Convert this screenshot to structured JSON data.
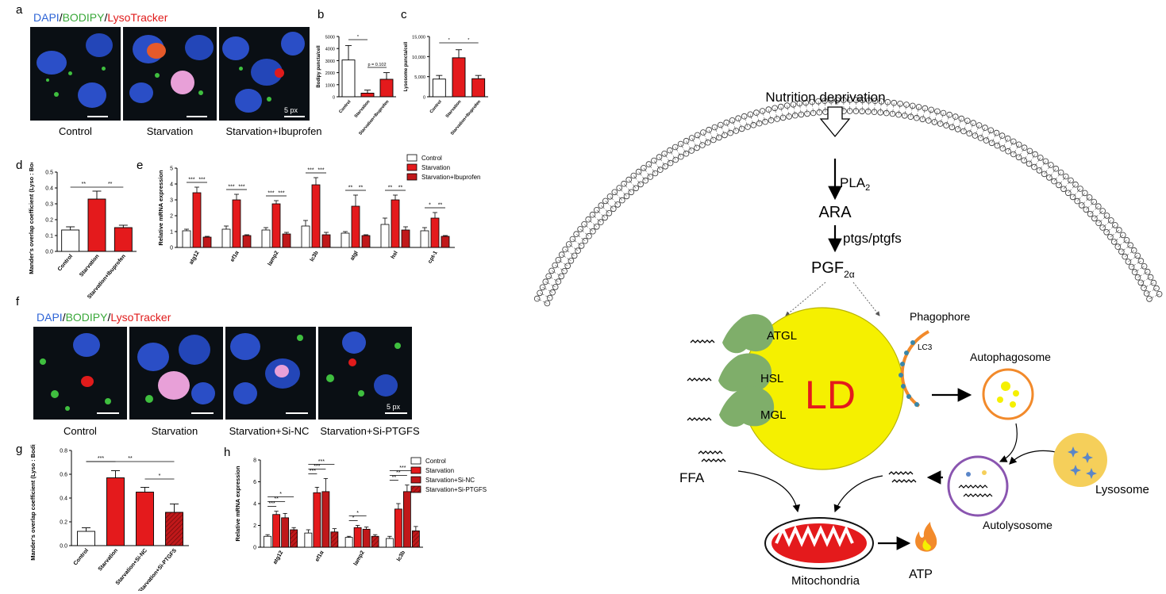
{
  "panels": {
    "a": {
      "letter": "a",
      "stain": {
        "dapi": "DAPI",
        "bodipy": "BODIPY",
        "lyso": "LysoTracker"
      },
      "captions": [
        "Control",
        "Starvation",
        "Starvation+Ibuprofen"
      ],
      "scale": "5 px"
    },
    "b": {
      "letter": "b"
    },
    "c": {
      "letter": "c"
    },
    "d": {
      "letter": "d"
    },
    "e": {
      "letter": "e"
    },
    "f": {
      "letter": "f",
      "stain": {
        "dapi": "DAPI",
        "bodipy": "BODIPY",
        "lyso": "LysoTracker"
      },
      "captions": [
        "Control",
        "Starvation",
        "Starvation+Si-NC",
        "Starvation+Si-PTGFS"
      ],
      "scale": "5 px"
    },
    "g": {
      "letter": "g"
    },
    "h": {
      "letter": "h"
    }
  },
  "colors": {
    "dapi": "#2e64d6",
    "bodipy": "#3aa83a",
    "lyso": "#e01b1b",
    "bar_red": "#e41a1c",
    "bar_dark": "#c0181a",
    "ld": "#f5f000",
    "enzyme": "#7fae6a",
    "lysosome": "#f5cf5a",
    "autolyso": "#8a55b0",
    "autophago": "#f28a2b"
  },
  "chart_data": [
    {
      "id": "b",
      "type": "bar",
      "ylabel": "Bodipy puncta/cell",
      "ylim": [
        0,
        5000
      ],
      "yticks": [
        "0",
        "1000",
        "2000",
        "3000",
        "4000",
        "5000"
      ],
      "categories": [
        "Control",
        "Starvation",
        "Starvation+Ibuprofen"
      ],
      "values": [
        3050,
        300,
        1450
      ],
      "errors": [
        1200,
        250,
        550
      ],
      "sig": [
        "*",
        "p = 0.102"
      ]
    },
    {
      "id": "c",
      "type": "bar",
      "ylabel": "Lysosome puncta/cell",
      "ylim": [
        0,
        15000
      ],
      "yticks": [
        "0",
        "5,000",
        "10,000",
        "15,000"
      ],
      "categories": [
        "Control",
        "Starvation",
        "Starvation+Ibuprofen"
      ],
      "values": [
        4400,
        9700,
        4500
      ],
      "errors": [
        900,
        2000,
        800
      ],
      "sig": [
        "*",
        "*"
      ]
    },
    {
      "id": "d",
      "type": "bar",
      "ylabel": "Mander's overlap coefficient (Lyso : Bodipy)",
      "ylim": [
        0,
        0.5
      ],
      "yticks": [
        "0.0",
        "0.1",
        "0.2",
        "0.3",
        "0.4",
        "0.5"
      ],
      "categories": [
        "Control",
        "Starvation",
        "Starvation+Ibuprofen"
      ],
      "values": [
        0.135,
        0.33,
        0.15
      ],
      "errors": [
        0.02,
        0.05,
        0.015
      ],
      "sig": [
        "**",
        "**"
      ]
    },
    {
      "id": "e",
      "type": "bar",
      "ylabel": "Relative mRNA expression",
      "ylim": [
        0,
        5
      ],
      "yticks": [
        "0",
        "1",
        "2",
        "3",
        "4",
        "5"
      ],
      "categories": [
        "atg12",
        "ef1α",
        "lamp2",
        "lc3b",
        "atgl",
        "hsl",
        "cpt-1"
      ],
      "series": [
        {
          "name": "Control",
          "values": [
            1.05,
            1.15,
            1.1,
            1.35,
            0.9,
            1.45,
            1.05
          ],
          "errors": [
            0.1,
            0.2,
            0.15,
            0.35,
            0.1,
            0.4,
            0.2
          ]
        },
        {
          "name": "Starvation",
          "values": [
            3.45,
            3.0,
            2.75,
            3.95,
            2.6,
            3.0,
            1.85
          ],
          "errors": [
            0.35,
            0.35,
            0.2,
            0.45,
            0.7,
            0.3,
            0.35
          ]
        },
        {
          "name": "Starvation+Ibuprofen",
          "values": [
            0.65,
            0.75,
            0.85,
            0.8,
            0.75,
            1.1,
            0.7
          ],
          "errors": [
            0.05,
            0.05,
            0.1,
            0.15,
            0.05,
            0.2,
            0.05
          ]
        }
      ],
      "sig": [
        [
          "***",
          "***"
        ],
        [
          "***",
          "***"
        ],
        [
          "***",
          "***"
        ],
        [
          "***",
          "***"
        ],
        [
          "**",
          "**"
        ],
        [
          "**",
          "**"
        ],
        [
          "*",
          "**"
        ]
      ]
    },
    {
      "id": "g",
      "type": "bar",
      "ylabel": "Mander's overlap coefficient (Lyso : Bodipy)",
      "ylim": [
        0,
        0.8
      ],
      "yticks": [
        "0.0",
        "0.2",
        "0.4",
        "0.6",
        "0.8"
      ],
      "categories": [
        "Control",
        "Starvation",
        "Starvation+Si-NC",
        "Starvation+Si-PTGFS"
      ],
      "values": [
        0.12,
        0.57,
        0.45,
        0.28
      ],
      "errors": [
        0.03,
        0.06,
        0.04,
        0.07
      ],
      "sig": [
        "***",
        "**",
        "*"
      ]
    },
    {
      "id": "h",
      "type": "bar",
      "ylabel": "Relative mRNA expression",
      "ylim": [
        0,
        8
      ],
      "yticks": [
        "0",
        "2",
        "4",
        "6",
        "8"
      ],
      "categories": [
        "atg12",
        "ef1α",
        "lamp2",
        "lc3b"
      ],
      "series": [
        {
          "name": "Control",
          "values": [
            1.0,
            1.3,
            0.9,
            0.8
          ],
          "errors": [
            0.15,
            0.3,
            0.1,
            0.2
          ]
        },
        {
          "name": "Starvation",
          "values": [
            3.0,
            5.0,
            1.8,
            3.5
          ],
          "errors": [
            0.3,
            0.5,
            0.2,
            0.5
          ]
        },
        {
          "name": "Starvation+Si-NC",
          "values": [
            2.7,
            5.1,
            1.65,
            5.1
          ],
          "errors": [
            0.4,
            1.2,
            0.2,
            0.6
          ]
        },
        {
          "name": "Starvation+Si-PTGFS",
          "values": [
            1.6,
            1.4,
            1.0,
            1.5
          ],
          "errors": [
            0.2,
            0.3,
            0.15,
            0.4
          ]
        }
      ],
      "sig": [
        [
          "***",
          "**",
          "*"
        ],
        [
          "***",
          "***",
          "***"
        ],
        [
          "*",
          "*"
        ],
        [
          "**",
          "**",
          "***"
        ]
      ]
    }
  ],
  "diagram": {
    "nutrition": "Nutrition deprivation",
    "pla": "PLA",
    "pla_sub": "2",
    "ara": "ARA",
    "ptgs": "ptgs/ptgfs",
    "pgf": "PGF",
    "pgf_sub": "2α",
    "ld": "LD",
    "atgl": "ATGL",
    "hsl": "HSL",
    "mgl": "MGL",
    "phagophore": "Phagophore",
    "lc3": "LC3",
    "autophagosome": "Autophagosome",
    "lysosome": "Lysosome",
    "autolysosome": "Autolysosome",
    "ffa": "FFA",
    "mito": "Mitochondria",
    "atp": "ATP"
  }
}
